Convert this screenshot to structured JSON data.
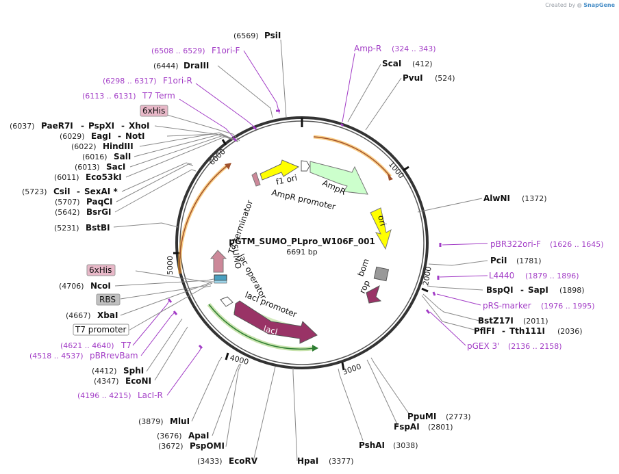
{
  "watermark": {
    "created_by": "Created by",
    "brand": "SnapGene"
  },
  "plasmid": {
    "name": "pGTM_SUMO_PLpro_W106F_001",
    "size_label": "6691 bp"
  },
  "ticks": [
    {
      "label": "1000"
    },
    {
      "label": "2000"
    },
    {
      "label": "3000"
    },
    {
      "label": "4000"
    },
    {
      "label": "5000"
    },
    {
      "label": "6000"
    }
  ],
  "enzymes": [
    {
      "pos": "(6569)",
      "name": "PsiI"
    },
    {
      "pos": "(6444)",
      "name": "DraIII"
    },
    {
      "pos": "(6037)",
      "name": "PaeR7I",
      "extra": [
        "PspXI",
        "XhoI"
      ]
    },
    {
      "pos": "(6029)",
      "name": "EagI",
      "extra": [
        "NotI"
      ]
    },
    {
      "pos": "(6022)",
      "name": "HindIII"
    },
    {
      "pos": "(6016)",
      "name": "SalI"
    },
    {
      "pos": "(6013)",
      "name": "SacI"
    },
    {
      "pos": "(6011)",
      "name": "Eco53kI"
    },
    {
      "pos": "(5723)",
      "name": "CsiI",
      "extra": [
        "SexAI *"
      ]
    },
    {
      "pos": "(5707)",
      "name": "PaqCI"
    },
    {
      "pos": "(5642)",
      "name": "BsrGI"
    },
    {
      "pos": "(5231)",
      "name": "BstBI"
    },
    {
      "pos": "(4706)",
      "name": "NcoI"
    },
    {
      "pos": "(4667)",
      "name": "XbaI"
    },
    {
      "pos": "(4412)",
      "name": "SphI"
    },
    {
      "pos": "(4347)",
      "name": "EcoNI"
    },
    {
      "pos": "(3879)",
      "name": "MluI"
    },
    {
      "pos": "(3676)",
      "name": "ApaI"
    },
    {
      "pos": "(3672)",
      "name": "PspOMI"
    },
    {
      "pos": "(3433)",
      "name": "EcoRV"
    },
    {
      "pos": "(3377)",
      "name": "HpaI"
    },
    {
      "pos": "(3038)",
      "name": "PshAI"
    },
    {
      "pos": "(2801)",
      "name": "FspAI"
    },
    {
      "pos": "(2773)",
      "name": "PpuMI"
    },
    {
      "pos": "(2036)",
      "name": "PflFI",
      "extra": [
        "Tth111I"
      ]
    },
    {
      "pos": "(2011)",
      "name": "BstZ17I"
    },
    {
      "pos": "(1898)",
      "name": "BspQI",
      "extra": [
        "SapI"
      ]
    },
    {
      "pos": "(1781)",
      "name": "PciI"
    },
    {
      "pos": "(1372)",
      "name": "AlwNI"
    },
    {
      "pos": "(524)",
      "name": "PvuI"
    },
    {
      "pos": "(412)",
      "name": "ScaI"
    }
  ],
  "primers": [
    {
      "name": "Amp-R",
      "range": "(324 .. 343)"
    },
    {
      "name": "F1ori-F",
      "range": "(6508 .. 6529)"
    },
    {
      "name": "F1ori-R",
      "range": "(6298 .. 6317)"
    },
    {
      "name": "T7 Term",
      "range": "(6113 .. 6131)"
    },
    {
      "name": "pBR322ori-F",
      "range": "(1626 .. 1645)"
    },
    {
      "name": "L4440",
      "range": "(1879 .. 1896)"
    },
    {
      "name": "pRS-marker",
      "range": "(1976 .. 1995)"
    },
    {
      "name": "pGEX 3'",
      "range": "(2136 .. 2158)"
    },
    {
      "name": "T7",
      "range": "(4621 .. 4640)"
    },
    {
      "name": "pBRrevBam",
      "range": "(4518 .. 4537)"
    },
    {
      "name": "LacI-R",
      "range": "(4196 .. 4215)"
    }
  ],
  "boxed_features": {
    "his_top": "6xHis",
    "his_left": "6xHis",
    "rbs": "RBS",
    "t7_promoter": "T7 promoter"
  },
  "features": {
    "f1_ori": "f1 ori",
    "ampr": "AmpR",
    "ampr_promoter": "AmpR promoter",
    "ori": "ori",
    "bom": "bom",
    "rop": "rop",
    "laci": "lacI",
    "laci_promoter": "lacI promoter",
    "lac_operator": "lac operator",
    "sumo": "SUMO",
    "t7_terminator": "T7 terminator"
  },
  "colors": {
    "primer": "#a23cc6",
    "f1_ori": "#ffff00",
    "ampr": "#ccffcc",
    "ori": "#ffff00",
    "laci": "#993366",
    "orange_orf": "#f5a623",
    "green_orf": "#84c24a",
    "sumo": "#cc8899",
    "his_box": "#e8b8c8",
    "rbs_box": "#c0c0c0"
  }
}
